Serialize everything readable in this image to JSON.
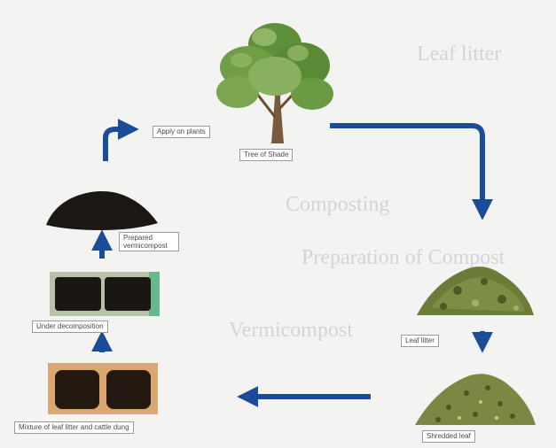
{
  "background_lines": [
    {
      "id": "line-1",
      "text": "Leaf litter"
    },
    {
      "id": "line-2",
      "text": "Composting"
    },
    {
      "id": "line-3",
      "text": "Preparation of Compost"
    },
    {
      "id": "line-4",
      "text": "Vermicompost"
    }
  ],
  "labels": {
    "apply_to_plants": "Apply on plants",
    "tree": "Tree of Shade",
    "leaf_litter": "Leaf litter",
    "shredded_leaf": "Shredded leaf",
    "mixture": "Mixture of leaf litter and cattle dung",
    "decomposition": "Under decomposition",
    "compost": "Prepared vermicompost"
  },
  "colors": {
    "arrow": "#1a4c9a",
    "background": "#f3f3f1",
    "foliage": "#5e8f3a",
    "compost": "#1b1714"
  }
}
